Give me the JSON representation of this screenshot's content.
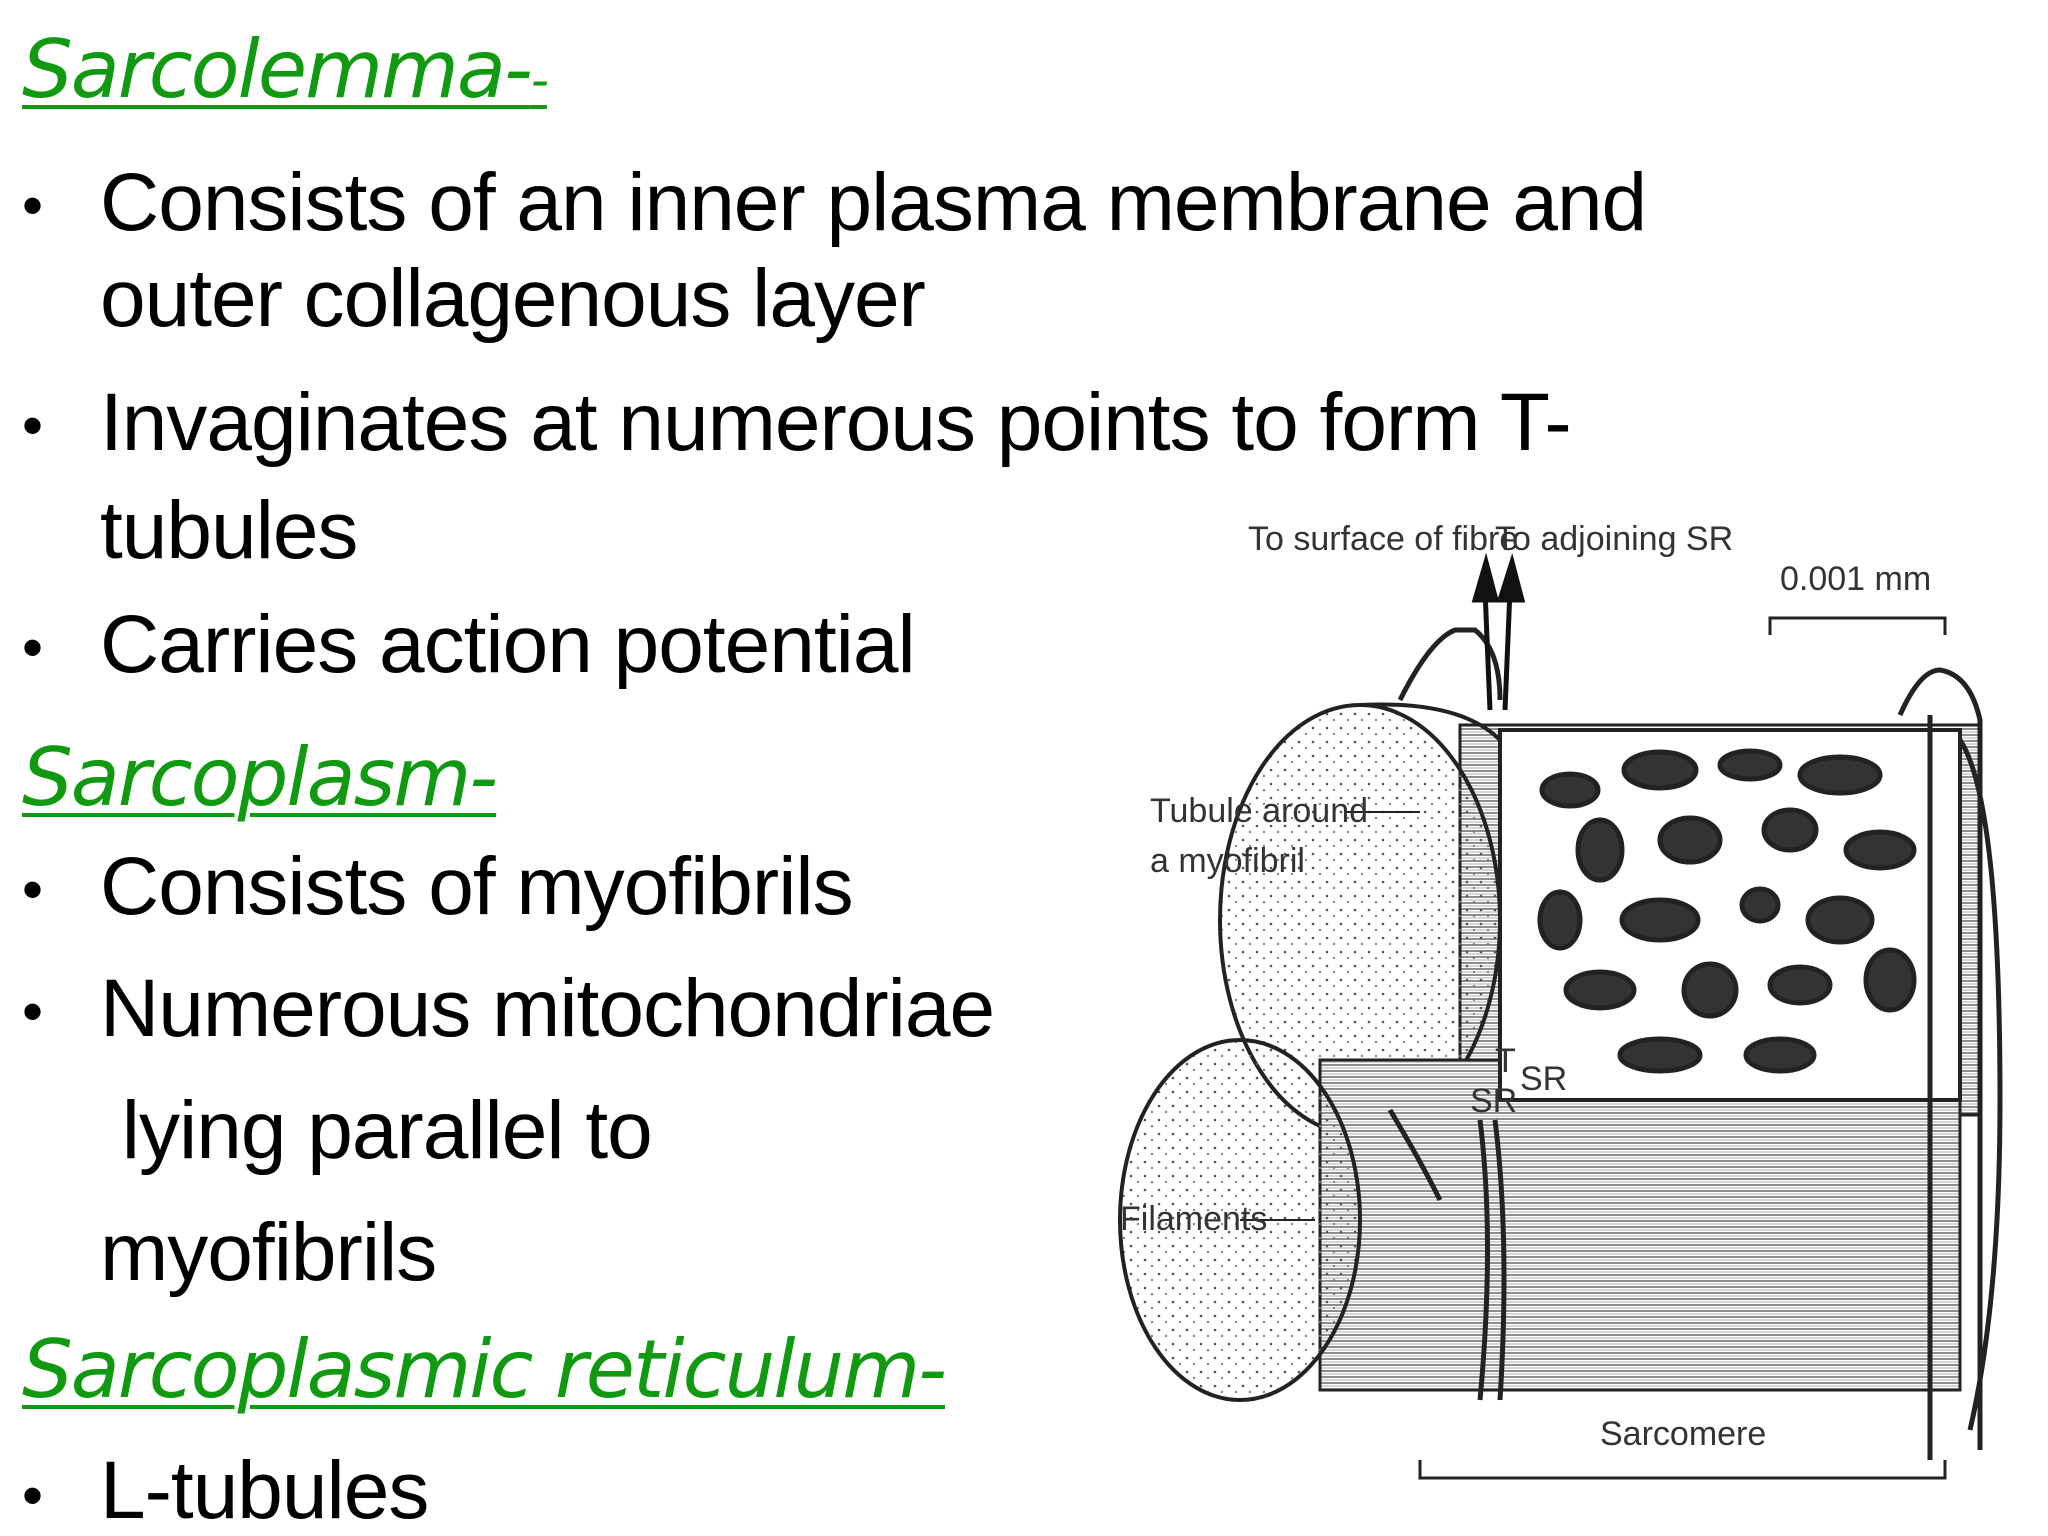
{
  "sections": [
    {
      "heading": "Sarcolemma-",
      "heading_suffix": "-",
      "bullets": [
        {
          "lines": [
            "Consists of an inner plasma membrane and",
            "outer  collagenous layer"
          ]
        },
        {
          "lines": [
            "Invaginates at numerous points to form T-",
            "tubules"
          ]
        },
        {
          "lines": [
            "Carries action potential"
          ]
        }
      ]
    },
    {
      "heading": "Sarcoplasm-",
      "bullets": [
        {
          "lines": [
            "Consists of myofibrils"
          ]
        },
        {
          "lines": [
            "Numerous mitochondriae",
            " lying parallel to",
            "myofibrils"
          ]
        }
      ]
    },
    {
      "heading": "Sarcoplasmic reticulum-",
      "bullets": [
        {
          "lines": [
            "L-tubules"
          ]
        }
      ]
    }
  ],
  "bullet_char": "•",
  "heading_color": "#119a11",
  "diagram": {
    "labels": {
      "to_surface": "To surface of fibre",
      "to_sr": "To adjoining SR",
      "scale": "0.001 mm",
      "tubule_1": "Tubule around",
      "tubule_2": "a myofibril",
      "filaments": "Filaments",
      "t": "T",
      "sr_left": "SR",
      "sr_right": "SR",
      "sarcomere": "Sarcomere"
    }
  }
}
